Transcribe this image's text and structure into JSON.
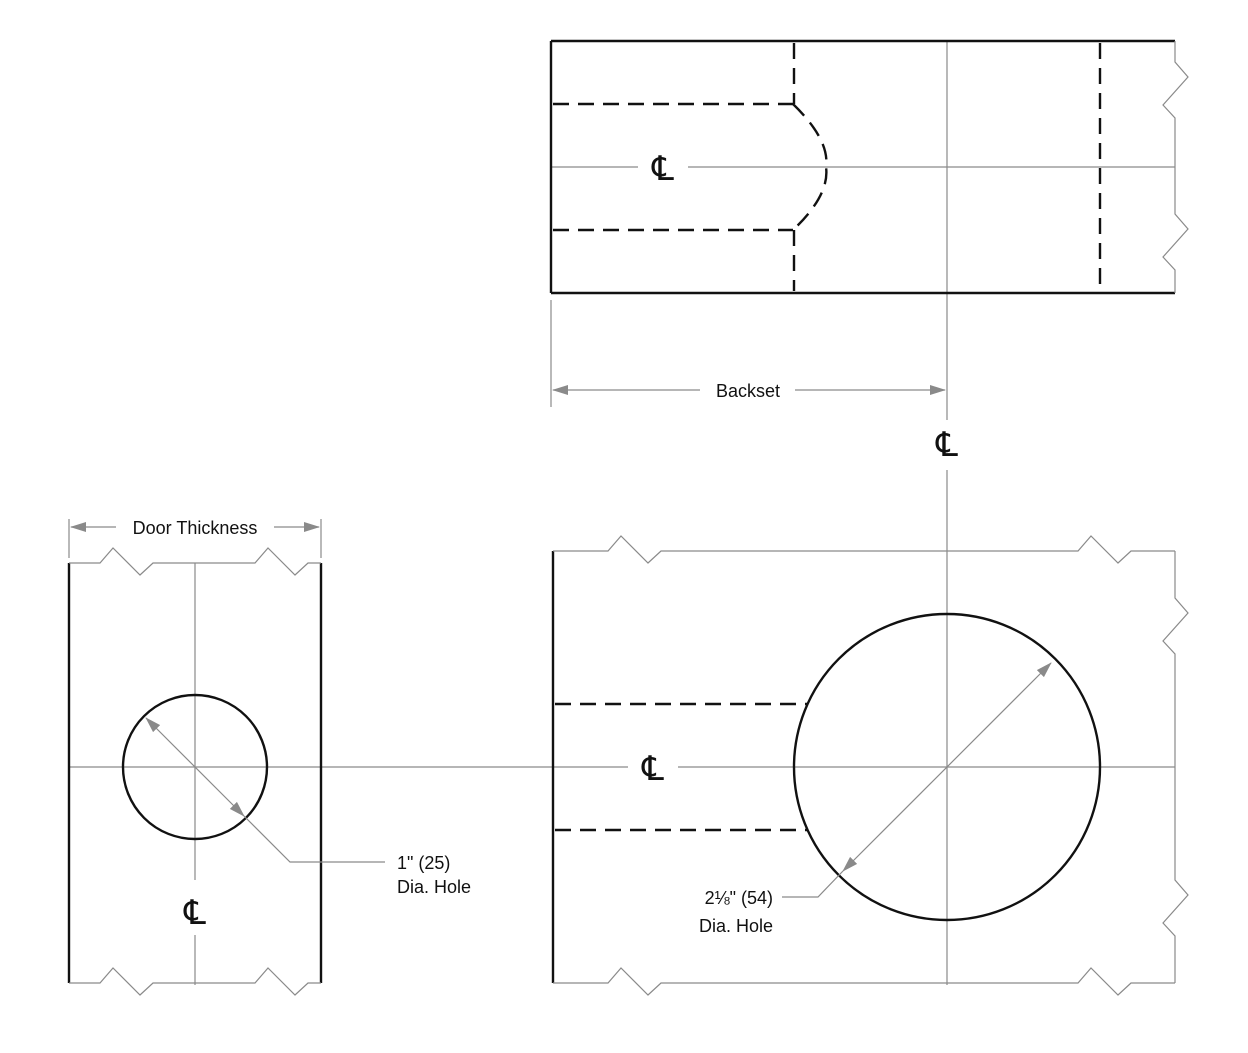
{
  "colors": {
    "outline": "#111111",
    "dimension_line": "#8a8a8a",
    "background": "#ffffff"
  },
  "symbols": {
    "centerline": "℄"
  },
  "top_view": {
    "centerline_label": "℄"
  },
  "backset_dimension": {
    "label": "Backset"
  },
  "backset_centerline": {
    "label": "℄"
  },
  "edge_view": {
    "thickness_label": "Door Thickness",
    "centerline_label": "℄",
    "hole_callout": {
      "line1": "1\" (25)",
      "line2": "Dia. Hole"
    }
  },
  "face_view": {
    "centerline_label": "℄",
    "hole_callout": {
      "line1": "2⅛\" (54)",
      "line2": "Dia. Hole"
    }
  }
}
